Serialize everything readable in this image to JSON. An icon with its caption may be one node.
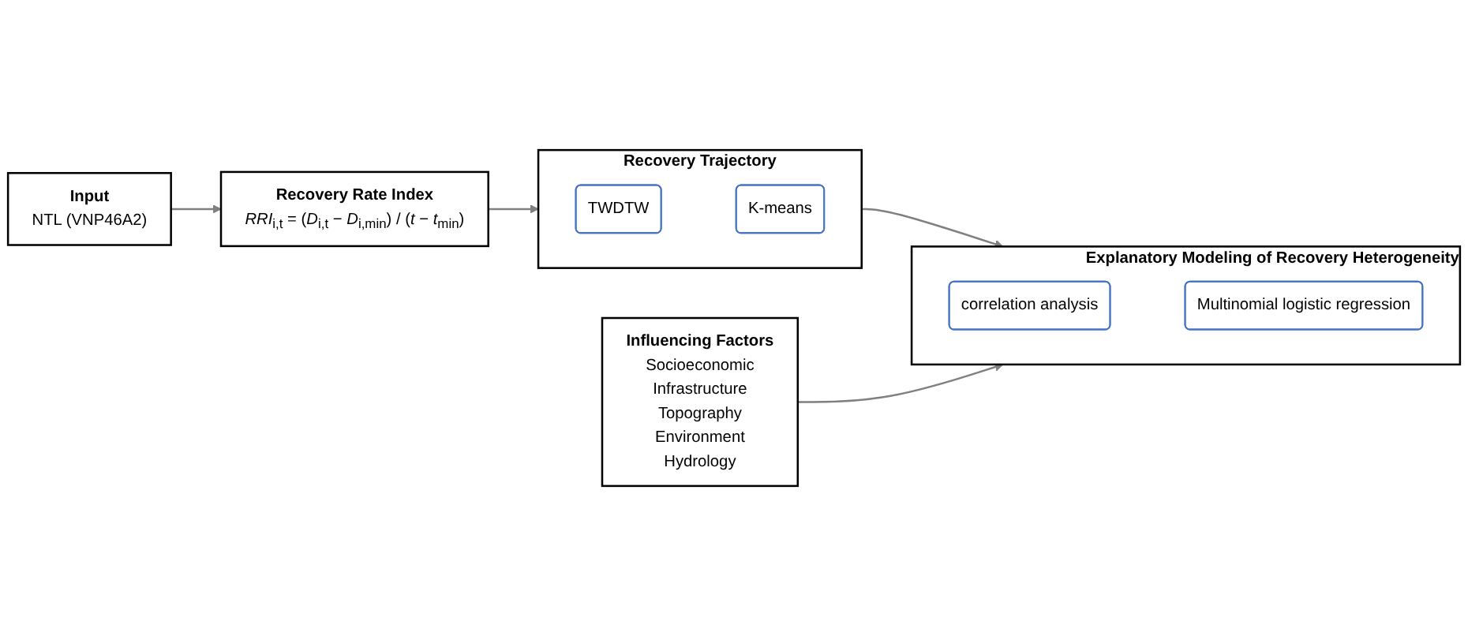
{
  "diagram": {
    "nodes": [
      {
        "text": [
          "Input",
          "NTL (VNP46A2)"
        ]
      },
      {
        "text": [
          "Recovery Rate Index",
          "*RRI*$_{i,t}$ = (*D*$_{i,t}$ − *D*$_{i,min}$) / (*t* − *t*$_{min}$)"
        ]
      },
      {
        "text": [
          "Recovery Trajectory"
        ]
      },
      {
        "text": [
          "TWDTW"
        ],
        "in": 2
      },
      {
        "text": [
          "K-means"
        ],
        "in": 2
      },
      {
        "text": [
          "Influencing Factors",
          "Socioeconomic",
          "Infrastructure",
          "Topography",
          "Environment",
          "Hydrology"
        ]
      },
      {
        "text": [
          "Explanatory Modeling of Recovery Heterogeneity"
        ]
      },
      {
        "text": [
          "correlation analysis"
        ],
        "in": 6
      },
      {
        "text": [
          "Multinomial logistic regression"
        ],
        "in": 6
      }
    ],
    "edges": [
      {
        "from": 0,
        "to": 1,
        "arrow": "to"
      },
      {
        "from": 1,
        "to": 2,
        "arrow": "to"
      },
      {
        "from": 2,
        "to": 6,
        "arrow": "to"
      },
      {
        "from": 5,
        "to": 6,
        "arrow": "to"
      }
    ]
  }
}
